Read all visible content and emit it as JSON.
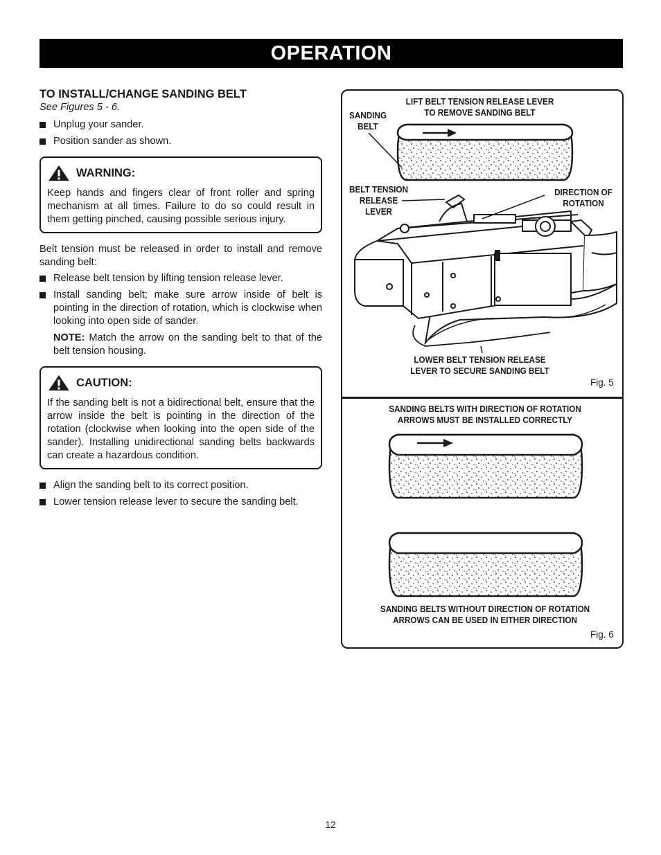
{
  "header": {
    "title": "OPERATION"
  },
  "section": {
    "title": "TO INSTALL/CHANGE SANDING BELT",
    "see_figures": "See Figures 5 - 6.",
    "bullets_1": [
      "Unplug your sander.",
      "Position sander as shown."
    ],
    "warning": {
      "title": "WARNING:",
      "text": "Keep hands and fingers clear of front roller and spring mechanism at all times. Failure to do so could result in them getting pinched, causing possible serious injury."
    },
    "paragraph": "Belt tension must be released in order to install and remove sanding belt:",
    "bullets_2": [
      "Release belt tension by lifting tension release lever.",
      "Install sanding belt; make sure arrow inside of belt is pointing in the direction of rotation, which is clockwise when looking into open side of sander."
    ],
    "note": {
      "label": "NOTE:",
      "text": " Match the arrow on the sanding belt to that of the belt tension housing."
    },
    "caution": {
      "title": "CAUTION:",
      "text": "If the sanding belt is not a bidirectional belt, ensure that the arrow inside the belt is pointing in the direction of the rotation (clockwise when looking into the open side of the sander). Installing unidirectional sanding belts backwards can create a hazardous condition."
    },
    "bullets_3": [
      "Align the sanding belt to its correct position.",
      "Lower tension release lever to secure the sanding belt."
    ]
  },
  "fig5": {
    "label_lift": "LIFT BELT TENSION RELEASE LEVER\nTO REMOVE SANDING BELT",
    "label_sanding_belt": "SANDING\nBELT",
    "label_belt_tension": "BELT TENSION\nRELEASE\nLEVER",
    "label_direction": "DIRECTION OF\nROTATION",
    "label_lower": "LOWER BELT TENSION RELEASE\nLEVER TO SECURE SANDING BELT",
    "fig_number": "Fig. 5"
  },
  "fig6": {
    "label_top": "SANDING BELTS WITH DIRECTION OF ROTATION\nARROWS MUST BE INSTALLED CORRECTLY",
    "label_bottom": "SANDING BELTS WITHOUT DIRECTION OF ROTATION\nARROWS CAN BE USED IN EITHER DIRECTION",
    "fig_number": "Fig. 6"
  },
  "footer": {
    "page_number": "12"
  },
  "colors": {
    "ink": "#1a1a1a",
    "background": "#ffffff"
  },
  "icons": {
    "warning": "warning-triangle-icon",
    "caution": "caution-triangle-icon"
  }
}
